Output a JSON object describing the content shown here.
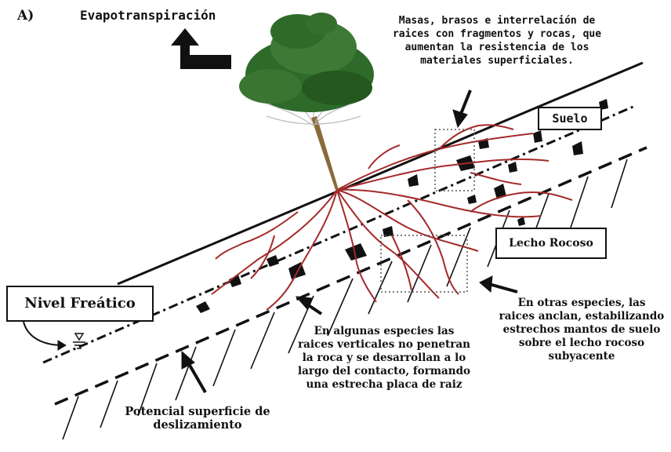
{
  "panel_label": "A)",
  "evapotranspiration": "Evapotranspiración",
  "roots_mass_note": "Masas, brasos e interrelación de raices con fragmentos y rocas, que aumentan la resistencia de los materiales superficiales.",
  "soil_label": "Suelo",
  "bedrock_label": "Lecho Rocoso",
  "water_table_label": "Nivel Freático",
  "vertical_roots_note": "En algunas especies las raices verticales no penetran la roca y se desarrollan a lo largo del contacto, formando una estrecha placa de raiz",
  "anchor_roots_note": "En otras especies, las raices anclan, estabilizando estrechos mantos de suelo sobre el lecho rocoso subyacente",
  "slip_surface_label": "Potencial superficie de deslizamiento",
  "colors": {
    "roots": "#a52a2a",
    "foliage": "#2e6b2a",
    "trunk": "#8a6a3a",
    "ink": "#111111"
  }
}
